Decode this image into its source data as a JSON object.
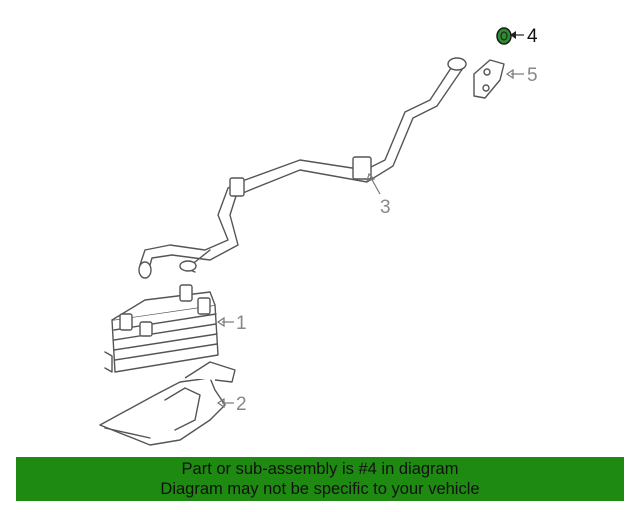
{
  "callouts": [
    {
      "number": "1",
      "highlighted": false
    },
    {
      "number": "2",
      "highlighted": false
    },
    {
      "number": "3",
      "highlighted": false
    },
    {
      "number": "4",
      "highlighted": true
    },
    {
      "number": "5",
      "highlighted": false
    }
  ],
  "colors": {
    "banner_background": "#1f8a12",
    "highlight_part": "#2e8b2e",
    "line_art": "#555555"
  },
  "banner": {
    "line1": "Part or sub-assembly is #4 in diagram",
    "line2": "Diagram may not be specific to your vehicle"
  }
}
